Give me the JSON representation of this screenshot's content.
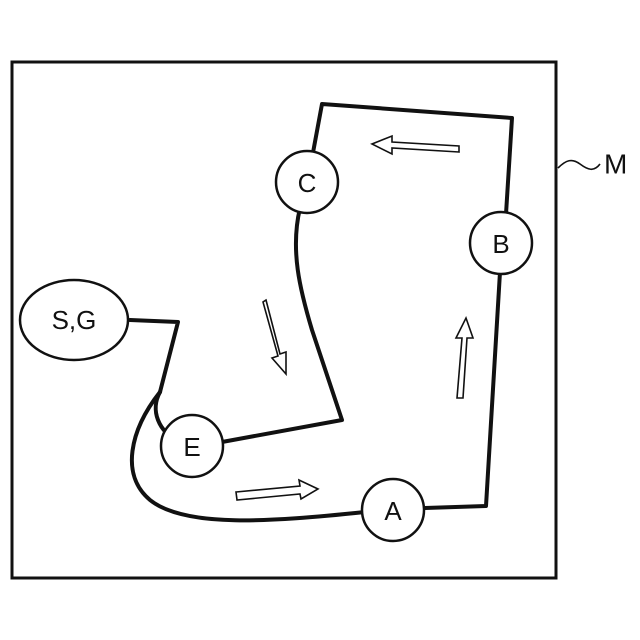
{
  "map": {
    "reference_label": "M"
  },
  "nodes": {
    "sg": "S,G",
    "a": "A",
    "b": "B",
    "c": "C",
    "e": "E"
  }
}
